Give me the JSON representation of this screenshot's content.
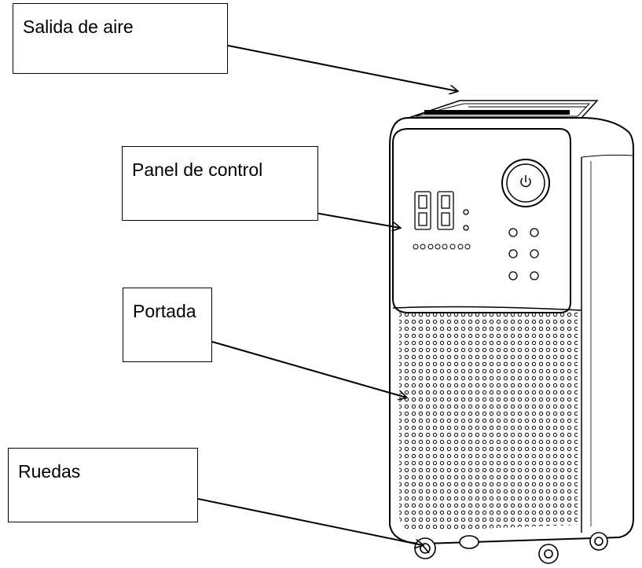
{
  "labels": {
    "air_outlet": "Salida de aire",
    "control_panel": "Panel de control",
    "cover": "Portada",
    "wheels": "Ruedas"
  },
  "icons": {
    "power": "power-icon"
  },
  "display": {
    "digits": "88"
  },
  "colors": {
    "line": "#000000",
    "background": "#ffffff"
  }
}
